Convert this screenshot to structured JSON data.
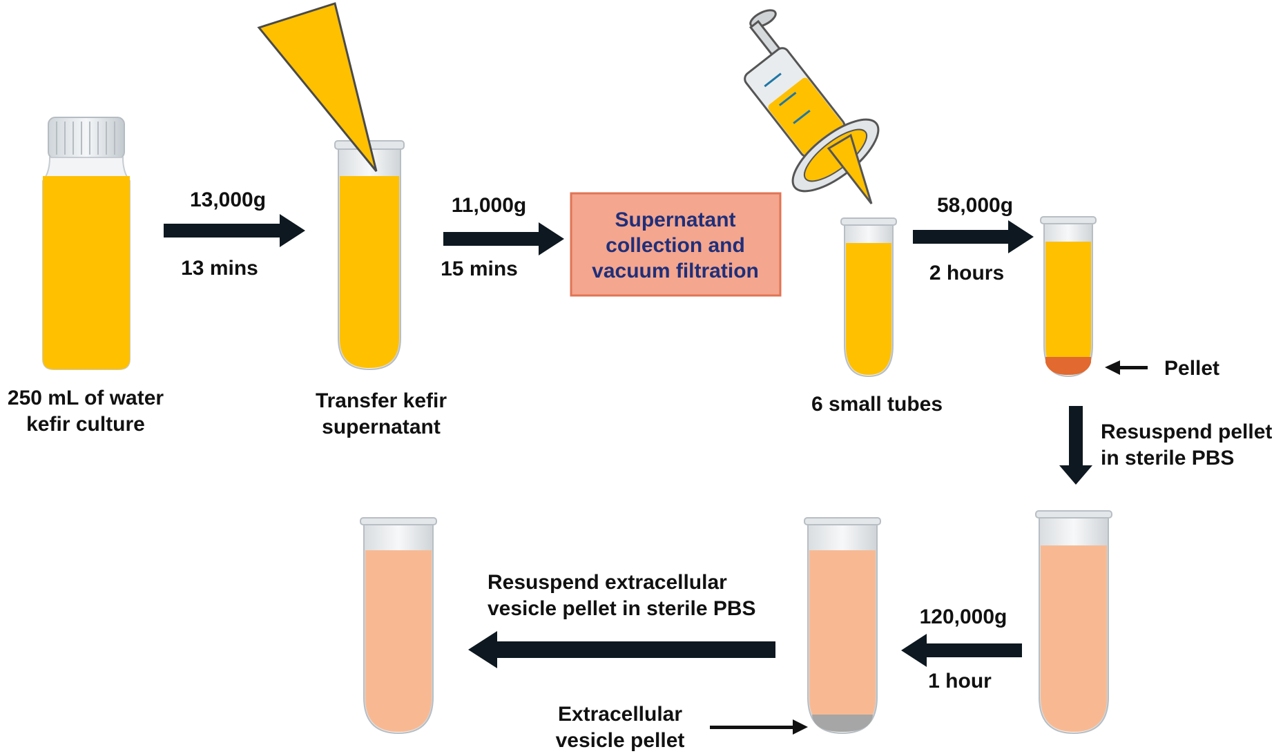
{
  "colors": {
    "kefir": "#ffc000",
    "kefir_dark": "#f2b200",
    "peach": "#f8b992",
    "pellet_orange": "#e2692f",
    "pellet_gray": "#a6a6a6",
    "arrow": "#0d1820",
    "box_fill": "#f4a68e",
    "box_border": "#e07454",
    "box_text": "#1f2f7a",
    "syringe_blue": "#1f77a7"
  },
  "labels": {
    "bottle": [
      "250 mL of water",
      "kefir culture"
    ],
    "transfer": [
      "Transfer kefir",
      "supernatant"
    ],
    "small_tubes": "6 small tubes",
    "pellet": "Pellet",
    "step1_speed": "13,000g",
    "step1_time": "13 mins",
    "step2_speed": "11,000g",
    "step2_time": "15 mins",
    "step3_speed": "58,000g",
    "step3_time": "2 hours",
    "resuspend_pbs": [
      "Resuspend pellet",
      "in sterile PBS"
    ],
    "step4_speed": "120,000g",
    "step4_time": "1 hour",
    "resuspend_ev": [
      "Resuspend extracellular",
      "vesicle pellet in sterile PBS"
    ],
    "ev_pellet": [
      "Extracellular",
      "vesicle pellet"
    ]
  },
  "filtration_box": [
    "Supernatant",
    "collection and",
    "vacuum filtration"
  ]
}
